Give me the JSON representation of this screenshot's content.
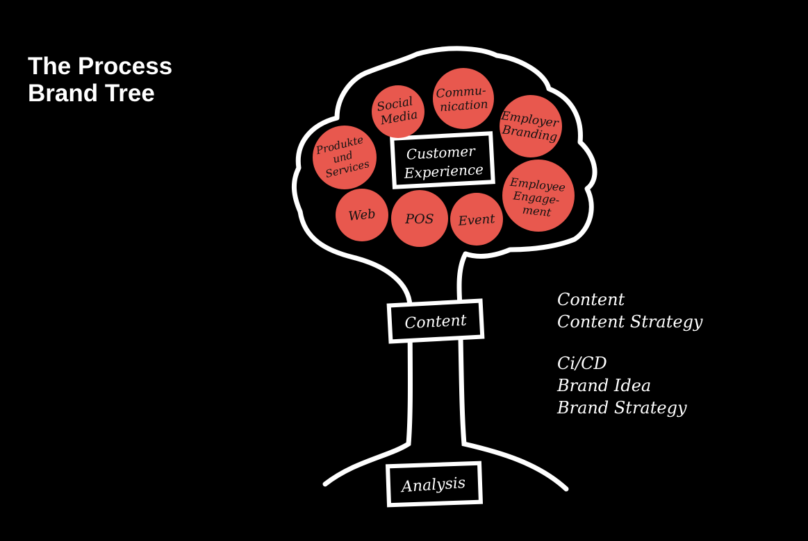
{
  "title": {
    "line1": "The Process",
    "line2": "Brand Tree"
  },
  "colors": {
    "background": "#000000",
    "bubble": "#e8584e",
    "line": "#ffffff"
  },
  "tree": {
    "crown_label": [
      "Customer",
      "Experience"
    ],
    "trunk_label": "Content",
    "root_label": "Analysis",
    "bubbles": {
      "social_media": [
        "Social",
        "Media"
      ],
      "communication": [
        "Commu-",
        "nication"
      ],
      "employer_branding": [
        "Employer",
        "Branding"
      ],
      "produkte": [
        "Produkte",
        "und",
        "Services"
      ],
      "employee_engagement": [
        "Employee",
        "Engage-",
        "ment"
      ],
      "web": [
        "Web"
      ],
      "pos": [
        "POS"
      ],
      "event": [
        "Event"
      ]
    }
  },
  "notes": {
    "group1": [
      "Content",
      "Content Strategy"
    ],
    "group2": [
      "Ci/CD",
      "Brand Idea",
      "Brand Strategy"
    ]
  }
}
